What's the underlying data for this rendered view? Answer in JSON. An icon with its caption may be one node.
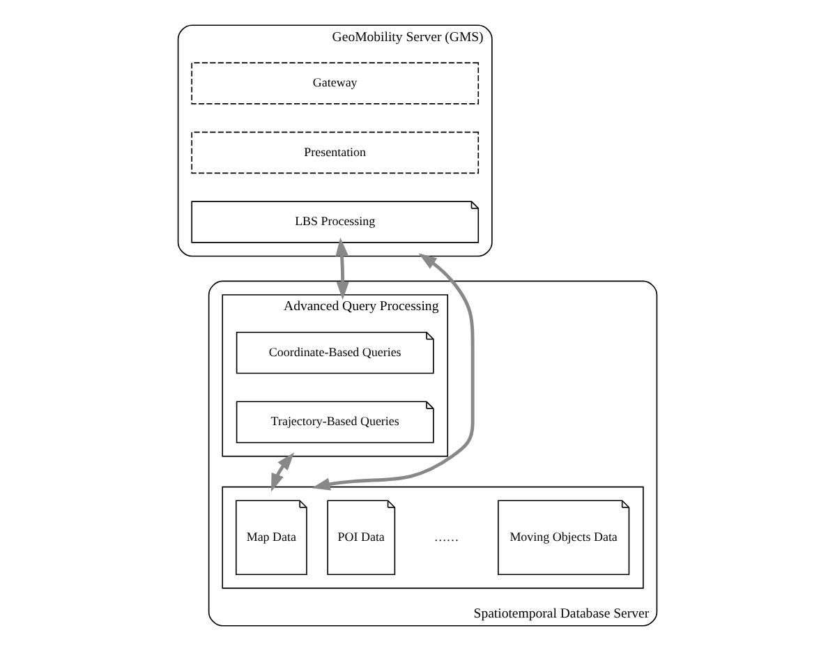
{
  "diagram": {
    "nodes": [
      {
        "text": [
          "GeoMobility Server (GMS)"
        ]
      },
      {
        "text": [
          "Gateway"
        ],
        "in": 0
      },
      {
        "text": [
          "Presentation"
        ],
        "in": 0
      },
      {
        "text": [
          "LBS Processing"
        ],
        "in": 0
      },
      {
        "text": [
          "Spatiotemporal Database Server"
        ]
      },
      {
        "text": [
          "Advanced Query Processing"
        ],
        "in": 4
      },
      {
        "text": [
          "Coordinate-Based Queries"
        ],
        "in": 5
      },
      {
        "text": [
          "Trajectory-Based Queries"
        ],
        "in": 5
      },
      {
        "text": [],
        "shape": "box",
        "in": 4
      },
      {
        "text": [
          "Map Data"
        ],
        "in": 8
      },
      {
        "text": [
          "POI Data"
        ],
        "in": 8
      },
      {
        "text": [
          "Moving Objects Data"
        ],
        "in": 8
      }
    ],
    "edges": [
      {
        "from": 0,
        "to": 8,
        "arrow": "both"
      },
      {
        "from": 3,
        "to": 5,
        "arrow": "both"
      },
      {
        "from": 5,
        "to": 8,
        "arrow": "both"
      }
    ],
    "labels": [
      "……"
    ]
  }
}
